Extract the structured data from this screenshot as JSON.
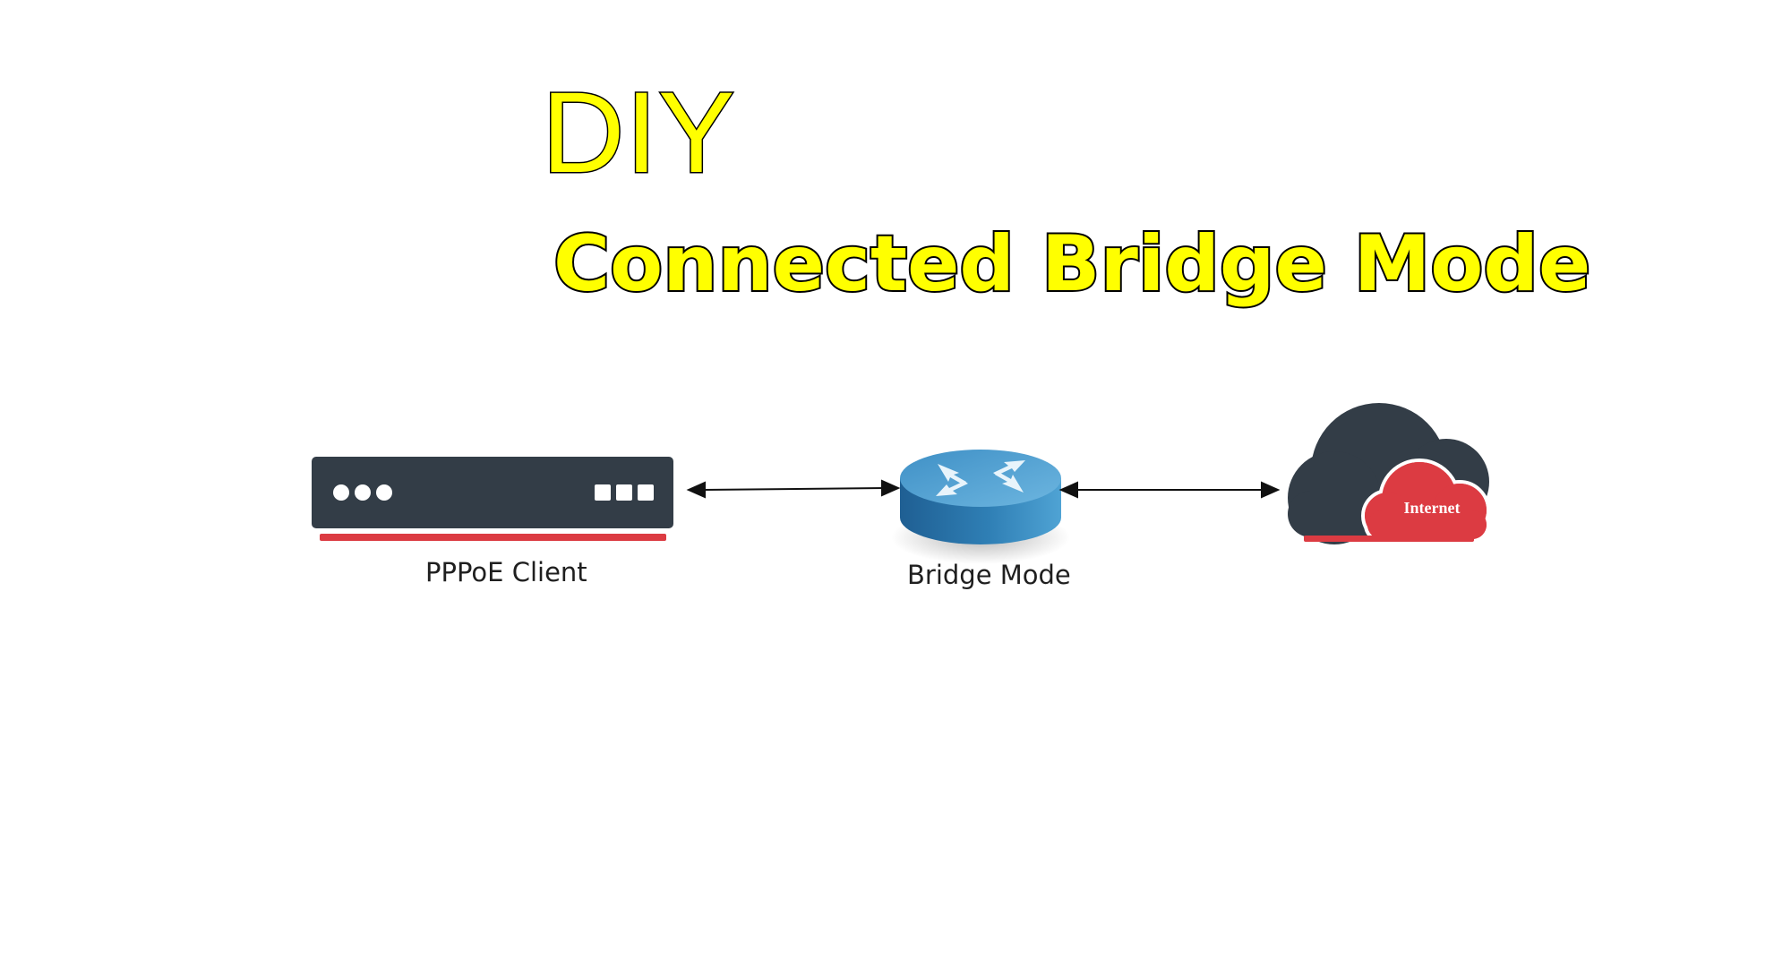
{
  "title": {
    "main": "DIY",
    "subtitle": "Connected Bridge Mode"
  },
  "nodes": {
    "client": {
      "label": "PPPoE Client"
    },
    "bridge": {
      "label": "Bridge Mode"
    },
    "cloud": {
      "label": "Internet"
    }
  },
  "colors": {
    "title_fill": "#ffff00",
    "title_outline": "#000000",
    "device_dark": "#333d47",
    "accent_red": "#dc3b42",
    "router_blue": "#2f7fb5"
  },
  "icons": {
    "client": "modem-device-icon",
    "bridge": "router-icon",
    "cloud": "internet-cloud-icon"
  }
}
